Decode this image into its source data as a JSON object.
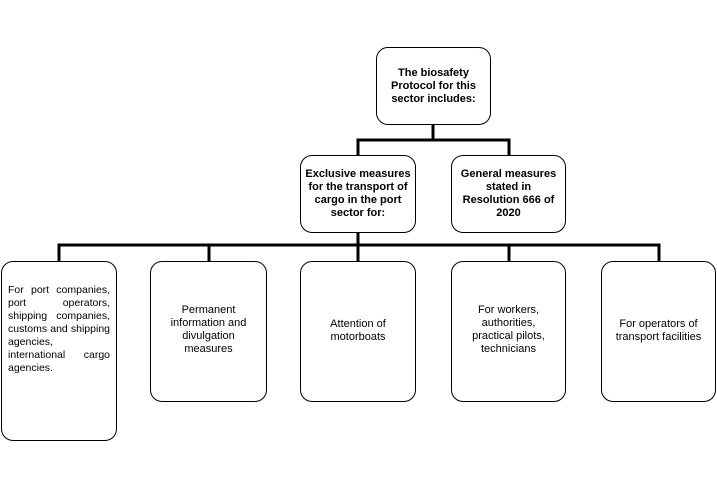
{
  "diagram": {
    "root": "The biosafety Protocol for this sector includes:",
    "level2": {
      "exclusive": "Exclusive measures for the transport of cargo in the port sector for:",
      "general": "General measures stated in Resolution 666 of 2020"
    },
    "level3": {
      "ports": "For port companies, port operators, shipping companies, customs and shipping agencies, international cargo agencies.",
      "permanent": "Permanent information and divulgation measures",
      "motorboats": "Attention of motorboats",
      "workers": "For workers, authorities, practical pilots, technicians",
      "operators": "For operators of transport facilities"
    }
  }
}
